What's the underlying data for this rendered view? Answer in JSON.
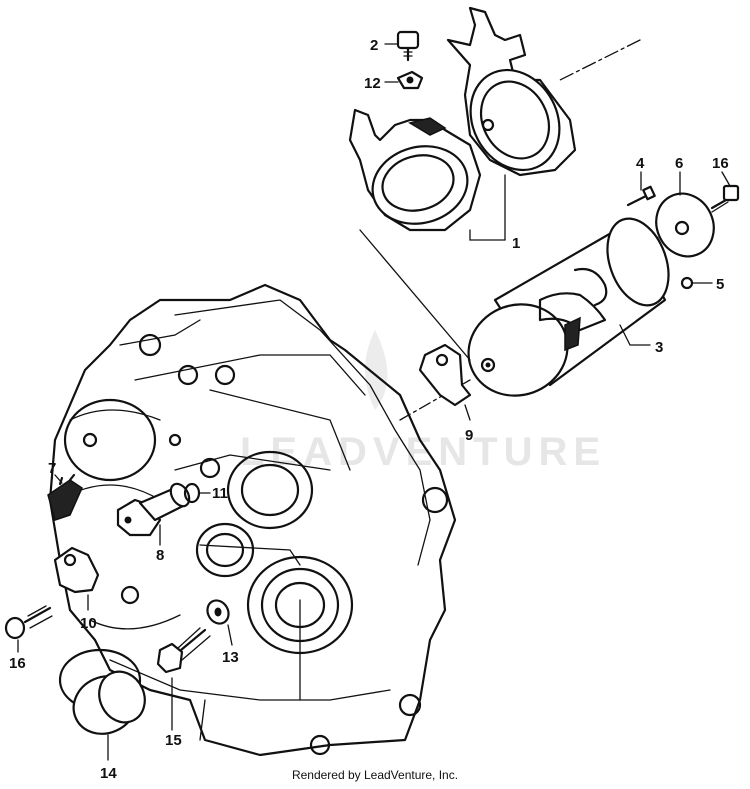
{
  "callouts": [
    "1",
    "2",
    "3",
    "4",
    "5",
    "6",
    "7",
    "8",
    "9",
    "10",
    "11",
    "12",
    "13",
    "14",
    "15",
    "16",
    "16"
  ],
  "watermark": "LEADVENTURE",
  "footer": "Rendered by LeadVenture, Inc."
}
